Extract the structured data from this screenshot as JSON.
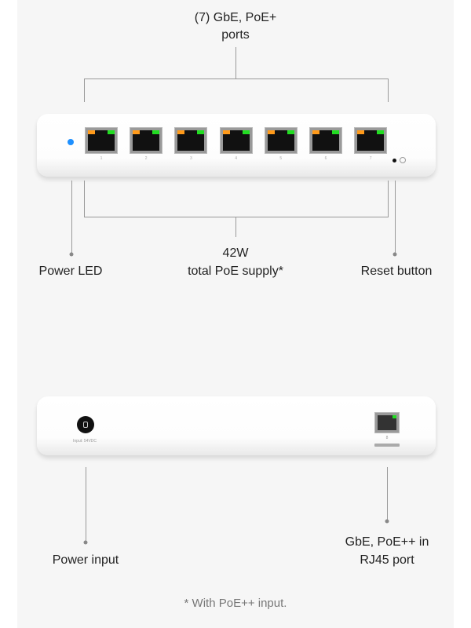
{
  "top_callout": {
    "line1": "(7) GbE, PoE+",
    "line2": "ports"
  },
  "front": {
    "ports": [
      {
        "label": "1"
      },
      {
        "label": "2"
      },
      {
        "label": "3"
      },
      {
        "label": "4"
      },
      {
        "label": "5"
      },
      {
        "label": "6"
      },
      {
        "label": "7"
      }
    ],
    "led_color": "#1e90ff"
  },
  "callouts": {
    "power_led": "Power LED",
    "poe_line1": "42W",
    "poe_line2": "total PoE supply*",
    "reset": "Reset button",
    "power_input": "Power input",
    "uplink_line1": "GbE, PoE++ in",
    "uplink_line2": "RJ45 port"
  },
  "back": {
    "input_label": "Input: 54VDC",
    "port_label": "8"
  },
  "footnote": "* With PoE++ input."
}
